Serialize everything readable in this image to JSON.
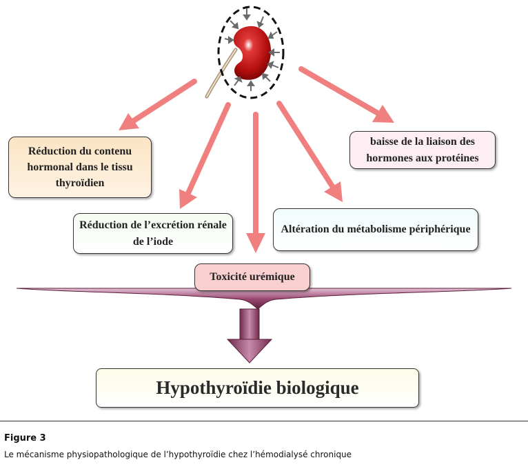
{
  "diagram": {
    "boxes": {
      "contenu": "Réduction du contenu hormonal dans le tissu thyroïdien",
      "excretion": "Réduction de l’excrétion rénale de l’iode",
      "toxicite": "Toxicité urémique",
      "metabolisme": "Altération du métabolisme périphérique",
      "liaison": "baisse de la liaison des hormones aux protéines",
      "hypothyroidie": "Hypothyroïdie biologique"
    },
    "icon": "kidney-icon",
    "colors": {
      "arrow": "#f08080",
      "kidney": "#b01010",
      "brace": "#8e3a64",
      "down_arrow": "#a24e78"
    }
  },
  "figure": {
    "label": "Figure 3",
    "caption": "Le mécanisme physiopathologique de l’hypothyroïdie chez l’hémodialysé chronique"
  }
}
